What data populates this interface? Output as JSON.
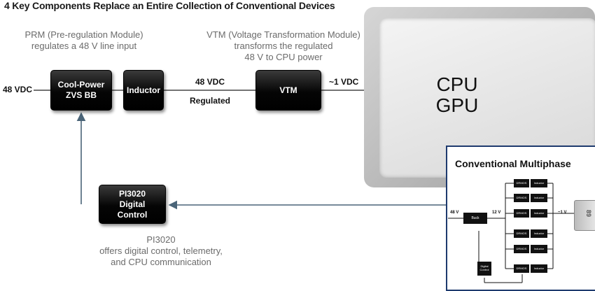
{
  "title": "4 Key Components Replace an Entire Collection of Conventional Devices",
  "prm_note": "PRM (Pre-regulation Module)\nregulates a 48 V line input",
  "vtm_note": "VTM (Voltage Transformation Module)\ntransforms the regulated\n48 V to CPU power",
  "pi_note": "PI3020\noffers digital control, telemetry,\nand CPU communication",
  "input_label": "48 VDC",
  "mid_label": "48 VDC",
  "mid_sub_label": "Regulated",
  "output_label": "~1 VDC",
  "blocks": {
    "prm": "Cool-Power\nZVS BB",
    "inductor": "Inductor",
    "vtm": "VTM",
    "controller": "PI3020\nDigital\nControl"
  },
  "load": "CPU\nGPU",
  "inset": {
    "title": "Conventional Multiphase",
    "in_label": "48 V",
    "buck": "Buck",
    "mid_label": "12 V",
    "out_label": "~1 V",
    "drmos": "DRMOS",
    "inductor": "Inductor",
    "control": "Digital\nControl",
    "plug_text": "89"
  },
  "colors": {
    "inset_border": "#1e3a6e",
    "arrow": "#4a6478"
  }
}
